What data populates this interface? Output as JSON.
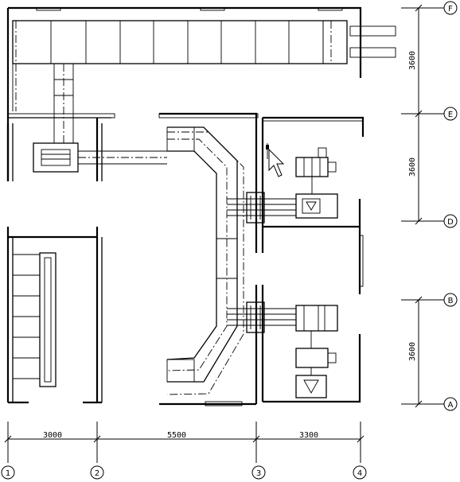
{
  "dimensions": {
    "horizontal": [
      "3000",
      "5500",
      "3300"
    ],
    "vertical": [
      "3600",
      "3600",
      "3600"
    ]
  },
  "axes": {
    "columns": [
      "1",
      "2",
      "3",
      "4"
    ],
    "rows": [
      "F",
      "E",
      "D",
      "B",
      "A"
    ]
  }
}
